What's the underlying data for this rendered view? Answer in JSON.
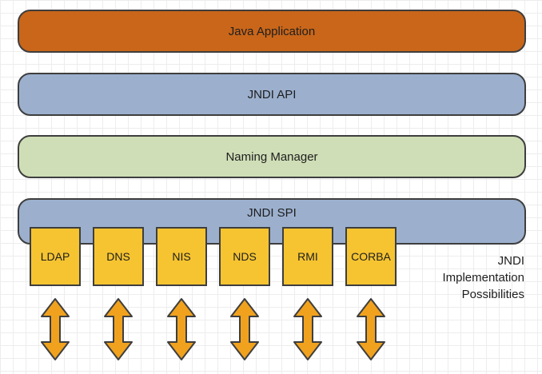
{
  "layers": {
    "app": "Java Application",
    "api": "JNDI API",
    "naming_manager": "Naming Manager",
    "spi": "JNDI SPI"
  },
  "implementations": [
    "LDAP",
    "DNS",
    "NIS",
    "NDS",
    "RMI",
    "CORBA"
  ],
  "side_label": [
    "JNDI",
    "Implementation",
    "Possibilities"
  ],
  "colors": {
    "app": "#c9661a",
    "api": "#9cb0ce",
    "naming_manager": "#cfdeb6",
    "spi": "#9cb0ce",
    "impl_box": "#f6c431",
    "arrow": "#f0a21e",
    "border": "#3e3e3e"
  },
  "icons": [
    "double-arrow-icon"
  ]
}
